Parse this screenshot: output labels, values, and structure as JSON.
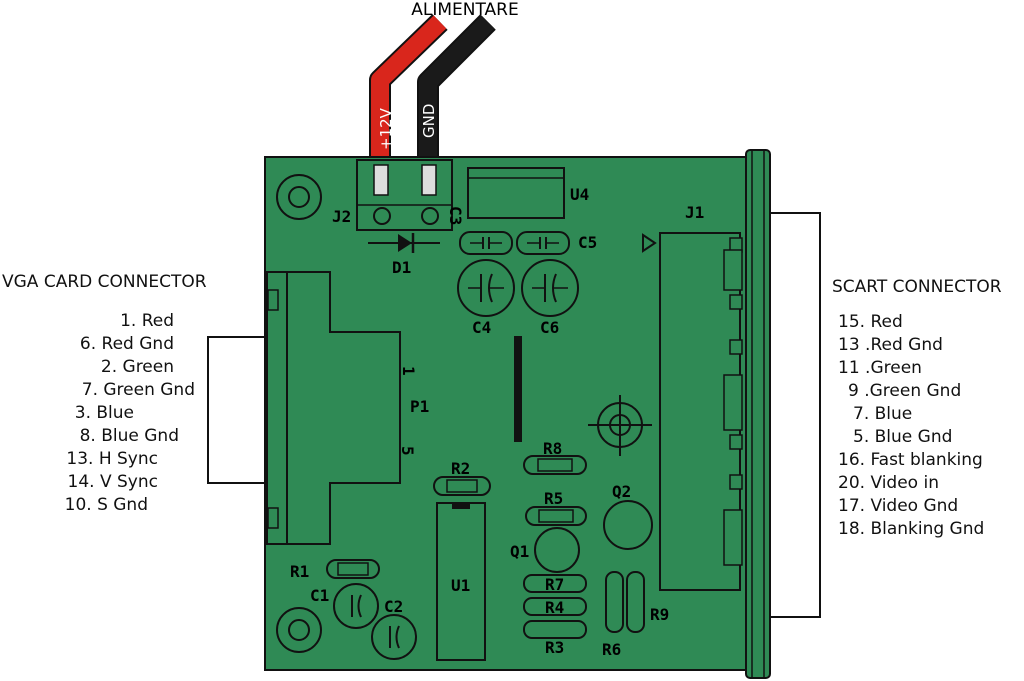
{
  "power": {
    "title": "ALIMENTARE",
    "wire_positive": "+12V",
    "wire_ground": "GND"
  },
  "vga": {
    "title": "VGA CARD CONNECTOR",
    "pins": [
      "1. Red",
      "6. Red Gnd",
      "2. Green",
      "7. Green Gnd",
      "3. Blue",
      "8. Blue Gnd",
      "13. H Sync",
      "14. V Sync",
      "10. S Gnd"
    ]
  },
  "scart": {
    "title": "SCART CONNECTOR",
    "pins": [
      "15. Red",
      "13 .Red Gnd",
      "11 .Green",
      "9 .Green Gnd",
      "7. Blue",
      "5. Blue Gnd",
      "16. Fast blanking",
      "20. Video in",
      "17. Video Gnd",
      "18. Blanking Gnd"
    ]
  },
  "components": {
    "j2": "J2",
    "u4": "U4",
    "j1": "J1",
    "d1": "D1",
    "c3": "C3",
    "c5": "C5",
    "c4": "C4",
    "c6": "C6",
    "p1": "P1",
    "p1_pin1": "1",
    "p1_pin5": "5",
    "r8": "R8",
    "r2": "R2",
    "r5": "R5",
    "q2": "Q2",
    "q1": "Q1",
    "r1": "R1",
    "c1": "C1",
    "c2": "C2",
    "u1": "U1",
    "r7": "R7",
    "r4": "R4",
    "r3": "R3",
    "r6": "R6",
    "r9": "R9"
  },
  "colors": {
    "pcb": "#2f8a55",
    "pcb_outline": "#111111",
    "wire_positive": "#d9261c",
    "wire_ground": "#1a1a1a",
    "connector_body": "#2f8a55"
  }
}
